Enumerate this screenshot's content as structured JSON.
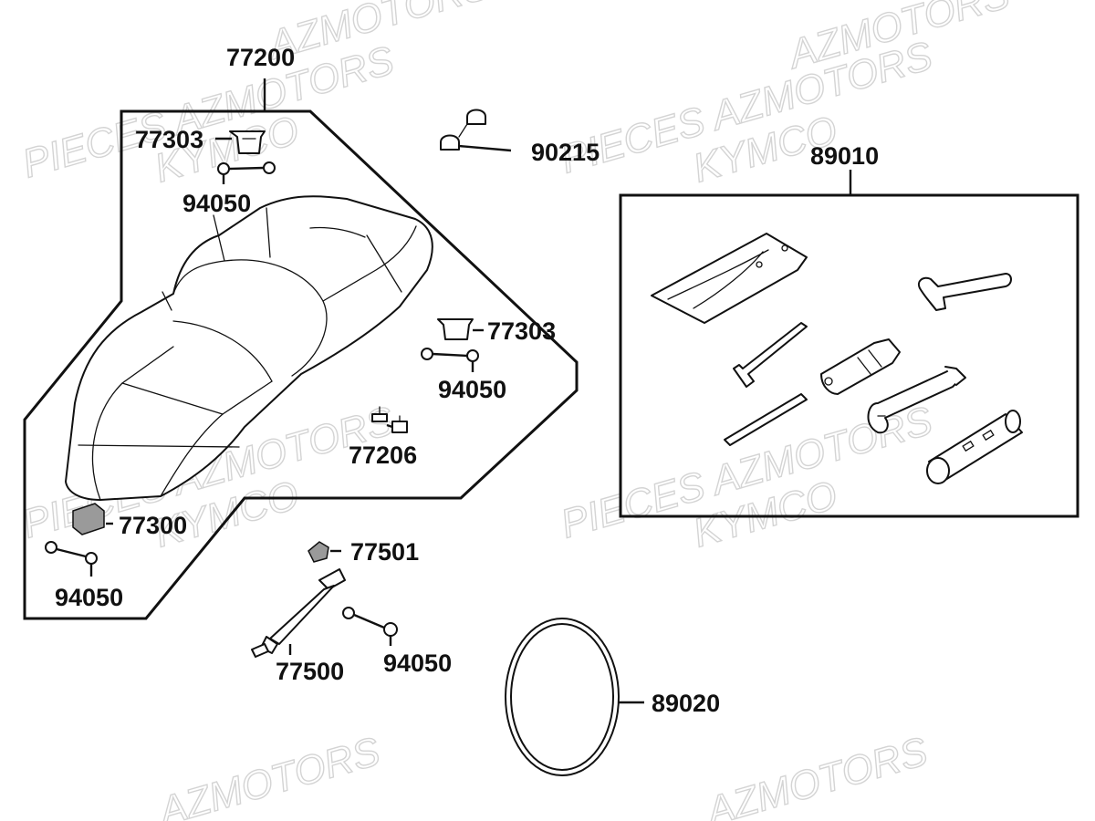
{
  "watermarks": {
    "brand": "AZMOTORS",
    "line_a": "PIECES AZMOTORS",
    "line_b": "KYMCO"
  },
  "labels": {
    "seat_assembly": "77200",
    "hook_upper": "77303",
    "bolt_upper": "94050",
    "cap_nut": "90215",
    "tool_kit": "89010",
    "hook_right": "77303",
    "bolt_right": "94050",
    "bracket": "77206",
    "bumper": "77300",
    "bolt_lower_left": "94050",
    "clip": "77501",
    "seat_stay": "77500",
    "bolt_stay": "94050",
    "belt": "89020"
  }
}
